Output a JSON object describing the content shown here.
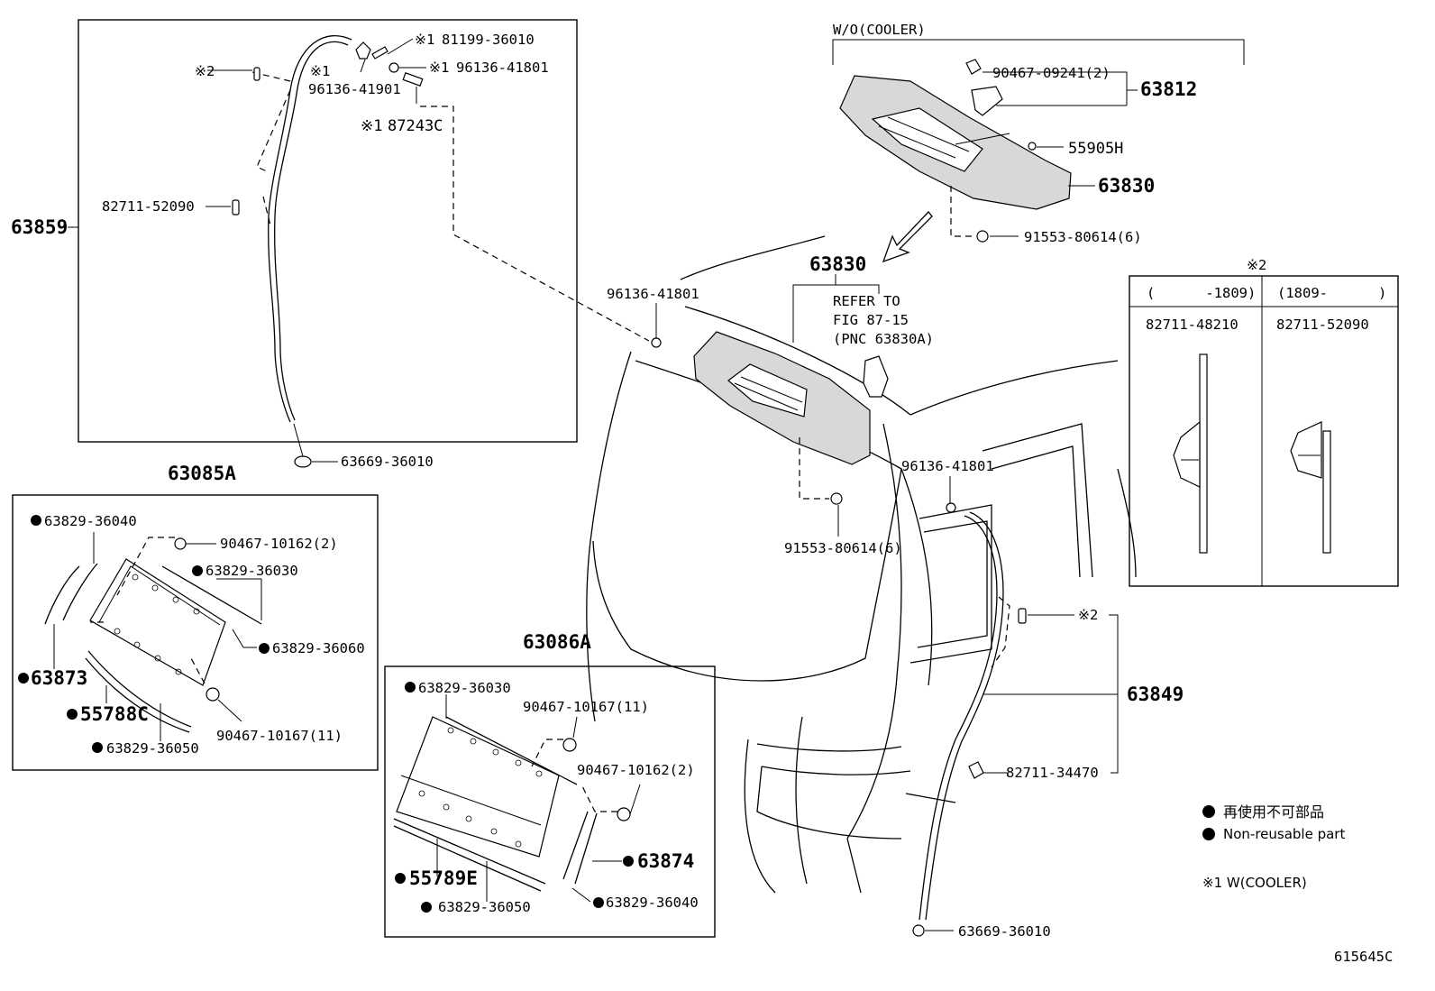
{
  "header": {
    "w_o_cooler": "W/O(COOLER)"
  },
  "box_63859": {
    "label": "63859",
    "note2": "※2",
    "p1_mark": "※1",
    "p1": "81199-36010",
    "p2_mark": "※1",
    "p2": "96136-41901",
    "p3_mark": "※1",
    "p3": "96136-41801",
    "p4_mark": "※1",
    "p4": "87243C",
    "p5": "82711-52090"
  },
  "p_63669_top": "63669-36010",
  "box_63085A": {
    "label": "63085A",
    "items": {
      "a": "63829-36040",
      "b": "90467-10162(2)",
      "c": "63829-36030",
      "d": "63829-36060",
      "e": "63873",
      "f": "55788C",
      "g": "90467-10167(11)",
      "h": "63829-36050"
    }
  },
  "box_63086A": {
    "label": "63086A",
    "items": {
      "a": "63829-36030",
      "b": "90467-10167(11)",
      "c": "90467-10162(2)",
      "d": "63874",
      "e": "55789E",
      "f": "63829-36050",
      "g": "63829-36040"
    }
  },
  "top_right": {
    "p_90467": "90467-09241(2)",
    "p_63812": "63812",
    "p_55905H": "55905H",
    "p_63830": "63830",
    "p_91553": "91553-80614(6)"
  },
  "center": {
    "p_63830": "63830",
    "refer1": "REFER TO",
    "refer2": "FIG 87-15",
    "refer3": "(PNC 63830A)",
    "p_96136_left": "96136-41801",
    "p_96136_right": "96136-41801",
    "p_91553": "91553-80614(6)"
  },
  "right_side": {
    "note2": "※2",
    "p_63849": "63849",
    "p_82711": "82711-34470",
    "p_63669": "63669-36010"
  },
  "inset": {
    "title": "※2",
    "col1_range": "(      -1809)",
    "col2_range": "(1809-      )",
    "col1_part": "82711-48210",
    "col2_part": "82711-52090"
  },
  "legend": {
    "jp": "再使用不可部品",
    "en": "Non-reusable part",
    "note1": "※1 W(COOLER)"
  },
  "figure_id": "615645C"
}
